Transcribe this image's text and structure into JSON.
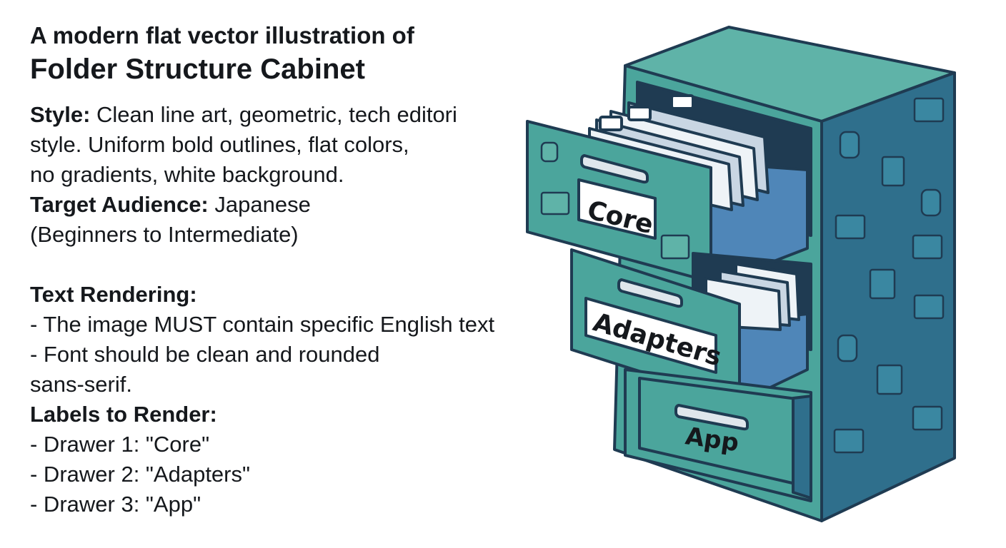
{
  "heading": {
    "line1": "A modern flat vector illustration of",
    "line2": "Folder Structure Cabinet"
  },
  "style": {
    "label": "Style:",
    "line1": " Clean line art, geometric, tech editori",
    "line2": "style.  Uniform bold outlines, flat colors,",
    "line3": "no gradients, white background."
  },
  "audience": {
    "label": "Target Audience:",
    "value": " Japanese",
    "line2": "(Beginners to Intermediate)"
  },
  "text_rendering": {
    "label": "Text Rendering:",
    "line1": "- The image MUST contain specific English text",
    "line2": "- Font should be clean and rounded",
    "line3": "sans-serif."
  },
  "labels": {
    "label": "Labels to Render:",
    "items": [
      "- Drawer 1: \"Core\"",
      "- Drawer 2: \"Adapters\"",
      "- Drawer 3: \"App\""
    ]
  },
  "cabinet": {
    "drawers": [
      "Core",
      "Adapters",
      "App"
    ],
    "colors": {
      "front": "#4ba59c",
      "side": "#2f6f8c",
      "top": "#5fb3a8",
      "outline": "#1f3b52",
      "drawer_inner": "#4f86b8",
      "label_bg": "#ffffff"
    },
    "side_icons": [
      "database-icon",
      "window-icon",
      "document-icon",
      "code-icon"
    ]
  }
}
